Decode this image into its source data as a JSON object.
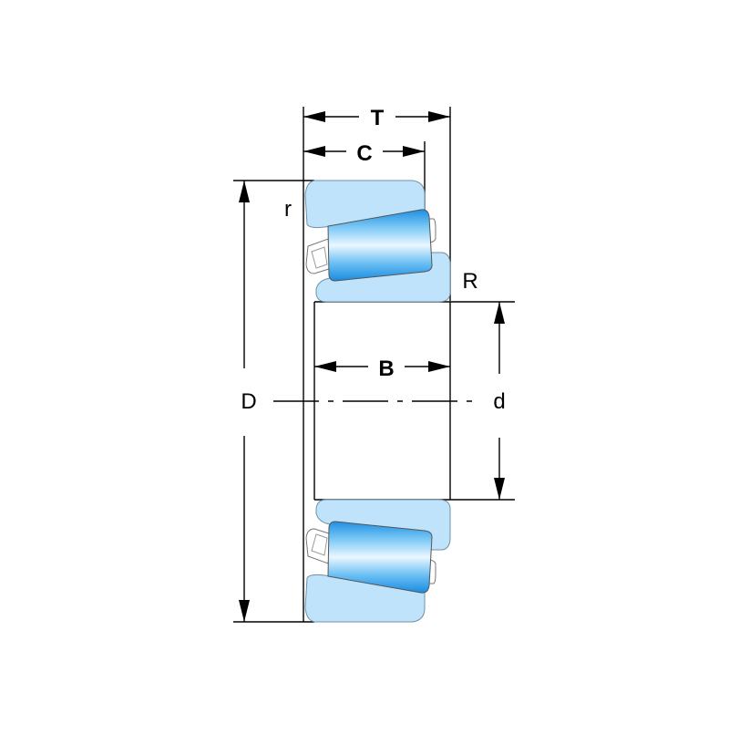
{
  "labels": {
    "T": "T",
    "C": "C",
    "B": "B",
    "D": "D",
    "d": "d",
    "r": "r",
    "R": "R"
  },
  "colors": {
    "ring_fill": "#bfe3fb",
    "ring_stroke": "#6f8fa8",
    "roller_light": "#e6f5fe",
    "roller_mid": "#58b8f3",
    "roller_dark": "#1a8be0",
    "cage_fill": "#ffffff",
    "line": "#000000"
  }
}
